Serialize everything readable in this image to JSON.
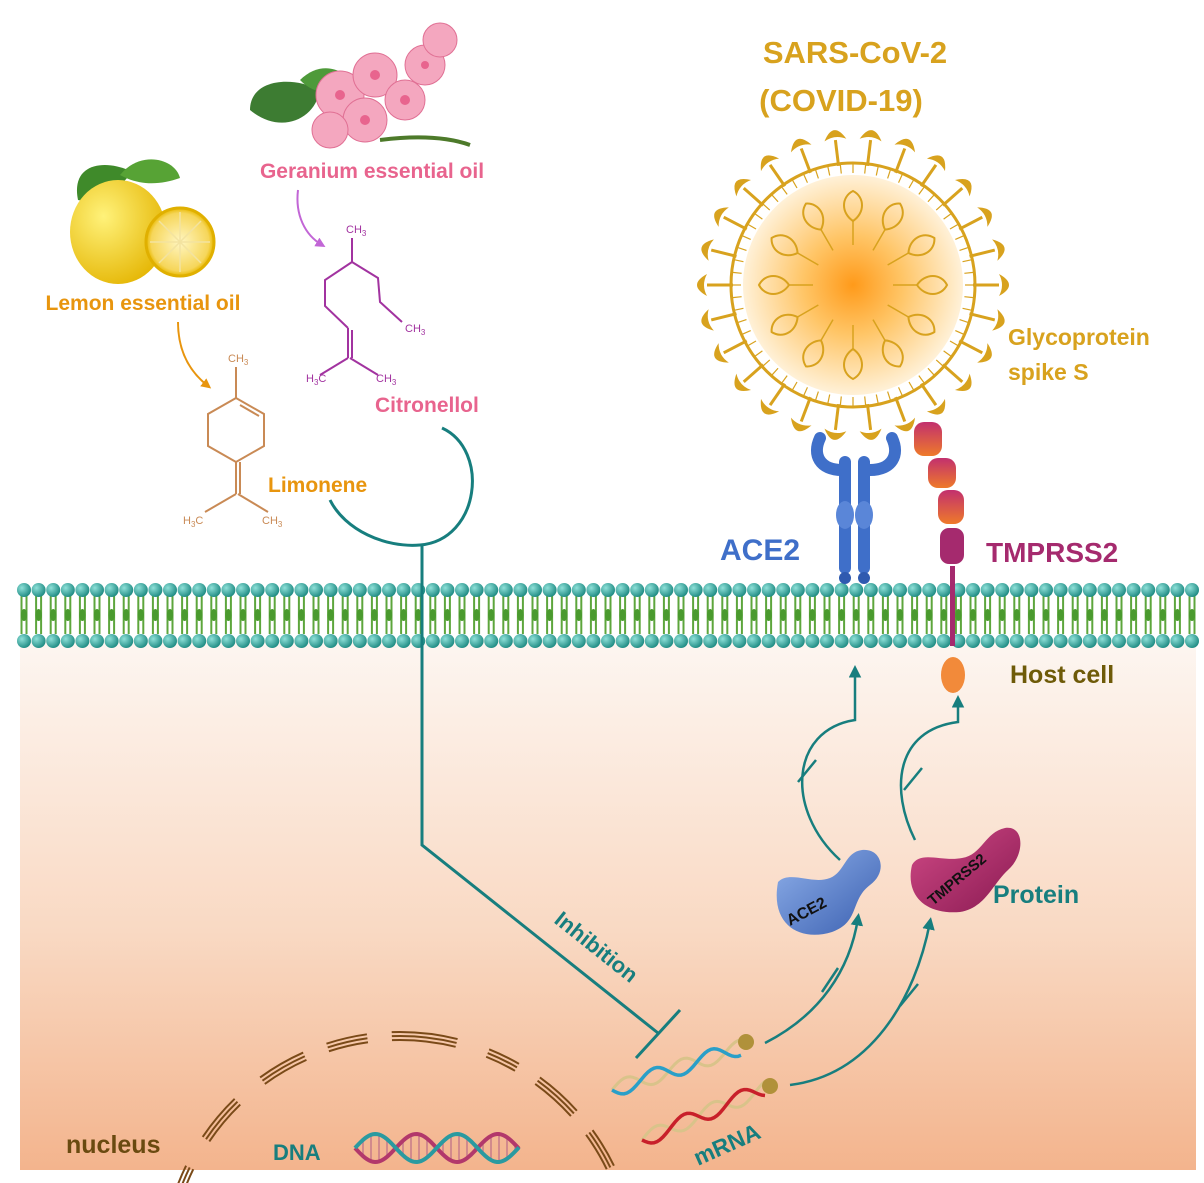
{
  "virus": {
    "name": "SARS-CoV-2",
    "alias": "(COVID-19)"
  },
  "labels": {
    "glycoprotein_line1": "Glycoprotein",
    "glycoprotein_line2": "spike S",
    "ace2_receptor": "ACE2",
    "tmprss2_receptor": "TMPRSS2",
    "host_cell": "Host cell",
    "protein": "Protein",
    "ace2_protein": "ACE2",
    "tmprss2_protein": "TMPRSS2",
    "inhibition": "Inhibition",
    "nucleus": "nucleus",
    "dna": "DNA",
    "mrna": "mRNA"
  },
  "oils": {
    "lemon": {
      "label": "Lemon essential oil",
      "compound": "Limonene"
    },
    "geranium": {
      "label": "Geranium essential oil",
      "compound": "Citronellol"
    }
  },
  "chem_text": {
    "ch3": "CH",
    "sub3": "3",
    "h3c_h": "H",
    "h3c_c": "C"
  },
  "colors": {
    "virus_gold": "#d8a21e",
    "lemon_orange": "#e8950e",
    "limonene_struct": "#c98a55",
    "geranium_pink": "#e8648e",
    "citronellol_purple": "#a233a0",
    "teal": "#177e7e",
    "ace2_blue": "#3f6fc9",
    "tmprss2_magenta": "#a52a6e",
    "host_olive": "#6e5a08",
    "nucleus_brown": "#6a4a10",
    "membrane_head": "#2fa59c",
    "membrane_tail": "#5da63c",
    "cytoplasm_top": "#fdf6f1",
    "cytoplasm_bottom": "#f3b48d"
  }
}
